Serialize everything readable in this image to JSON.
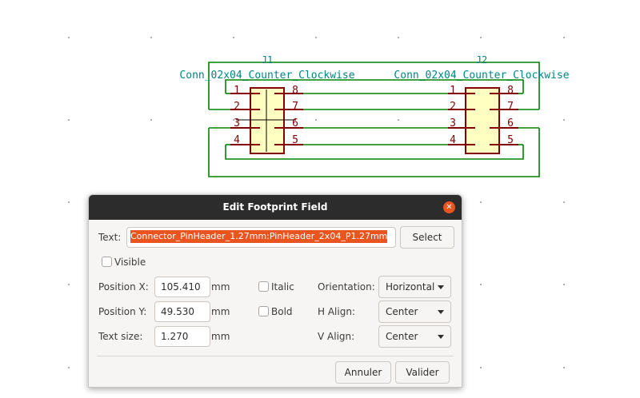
{
  "schematic": {
    "j1": {
      "ref": "J1",
      "value": "Conn_02x04_Counter_Clockwise",
      "pins_left": [
        "1",
        "2",
        "3",
        "4"
      ],
      "pins_right": [
        "8",
        "7",
        "6",
        "5"
      ]
    },
    "j2": {
      "ref": "J2",
      "value": "Conn_02x04_Counter_Clockwise",
      "pins_left": [
        "1",
        "2",
        "3",
        "4"
      ],
      "pins_right": [
        "8",
        "7",
        "6",
        "5"
      ]
    },
    "colors": {
      "wire": "#008400",
      "symbol_outline": "#840000",
      "symbol_fill": "#ffffc2",
      "field_text": "#008484",
      "pin_text": "#840000"
    }
  },
  "dialog": {
    "title": "Edit Footprint Field",
    "text_label": "Text:",
    "text_value": "Connector_PinHeader_1.27mm:PinHeader_2x04_P1.27mm",
    "select_button": "Select",
    "visible_label": "Visible",
    "position_x_label": "Position X:",
    "position_x_value": "105.410",
    "position_y_label": "Position Y:",
    "position_y_value": "49.530",
    "text_size_label": "Text size:",
    "text_size_value": "1.270",
    "unit": "mm",
    "italic_label": "Italic",
    "bold_label": "Bold",
    "orientation_label": "Orientation:",
    "orientation_value": "Horizontal",
    "h_align_label": "H Align:",
    "h_align_value": "Center",
    "v_align_label": "V Align:",
    "v_align_value": "Center",
    "cancel_button": "Annuler",
    "ok_button": "Valider",
    "accent_color": "#e9541f"
  }
}
